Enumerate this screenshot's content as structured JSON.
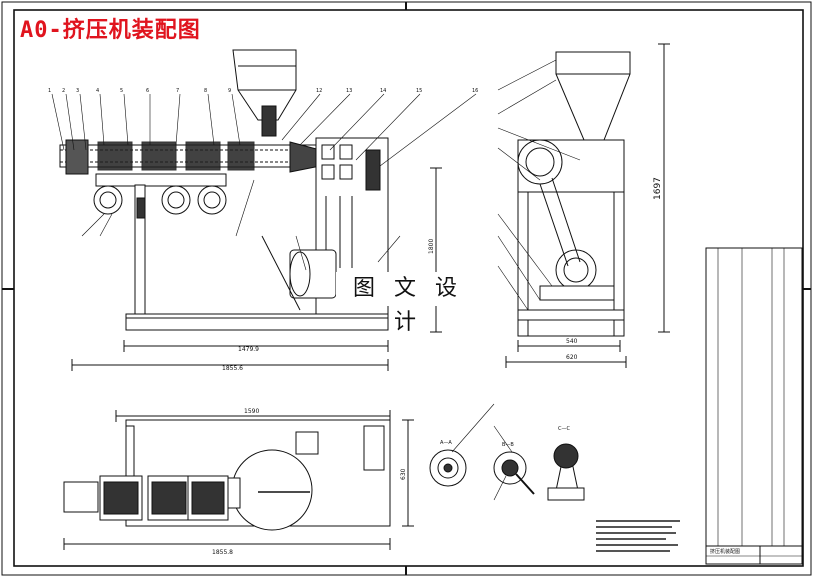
{
  "title": "A0-挤压机装配图",
  "watermark": "图 文 设 计",
  "dims": {
    "front_len_a": "1479.9",
    "front_len_b": "1855.6",
    "front_height": "1800",
    "side_w_a": "540",
    "side_w_b": "620",
    "side_height": "1697",
    "plan_len_a": "1590",
    "plan_len_b": "1855.8",
    "plan_width": "630"
  },
  "section_labels": {
    "sec_a": "A—A",
    "sec_b": "B—B",
    "sec_c": "C—C"
  },
  "title_block_name": "挤压机装配图",
  "colors": {
    "title": "#e0141e",
    "line": "#111111"
  }
}
